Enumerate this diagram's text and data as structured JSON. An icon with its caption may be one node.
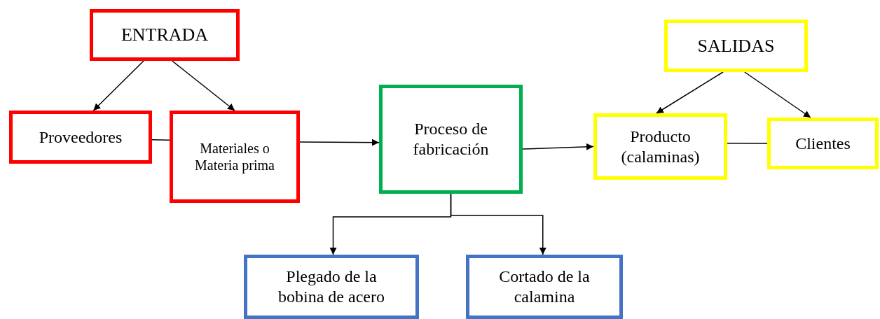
{
  "diagram": {
    "nodes": [
      {
        "text": [
          "ENTRADA"
        ]
      },
      {
        "text": [
          "Proveedores"
        ]
      },
      {
        "text": [
          "Materiales o Materia prima"
        ]
      },
      {
        "text": [
          "Proceso de fabricación"
        ]
      },
      {
        "text": [
          "SALIDAS"
        ]
      },
      {
        "text": [
          "Producto (calaminas)"
        ]
      },
      {
        "text": [
          "Clientes"
        ]
      },
      {
        "text": [
          "Plegado de la bobina de acero"
        ]
      },
      {
        "text": [
          "Cortado de la calamina"
        ]
      }
    ],
    "edges": [
      {
        "from": 0,
        "to": 1,
        "arrow": "to"
      },
      {
        "from": 0,
        "to": 2,
        "arrow": "to"
      },
      {
        "from": 1,
        "to": 2,
        "arrow": "none"
      },
      {
        "from": 2,
        "to": 3,
        "arrow": "to"
      },
      {
        "from": 3,
        "to": 5,
        "arrow": "to"
      },
      {
        "from": 4,
        "to": 5,
        "arrow": "to"
      },
      {
        "from": 4,
        "to": 6,
        "arrow": "to"
      },
      {
        "from": 5,
        "to": 6,
        "arrow": "none"
      },
      {
        "from": 3,
        "to": 7,
        "arrow": "to"
      },
      {
        "from": 3,
        "to": 8,
        "arrow": "to"
      }
    ]
  }
}
